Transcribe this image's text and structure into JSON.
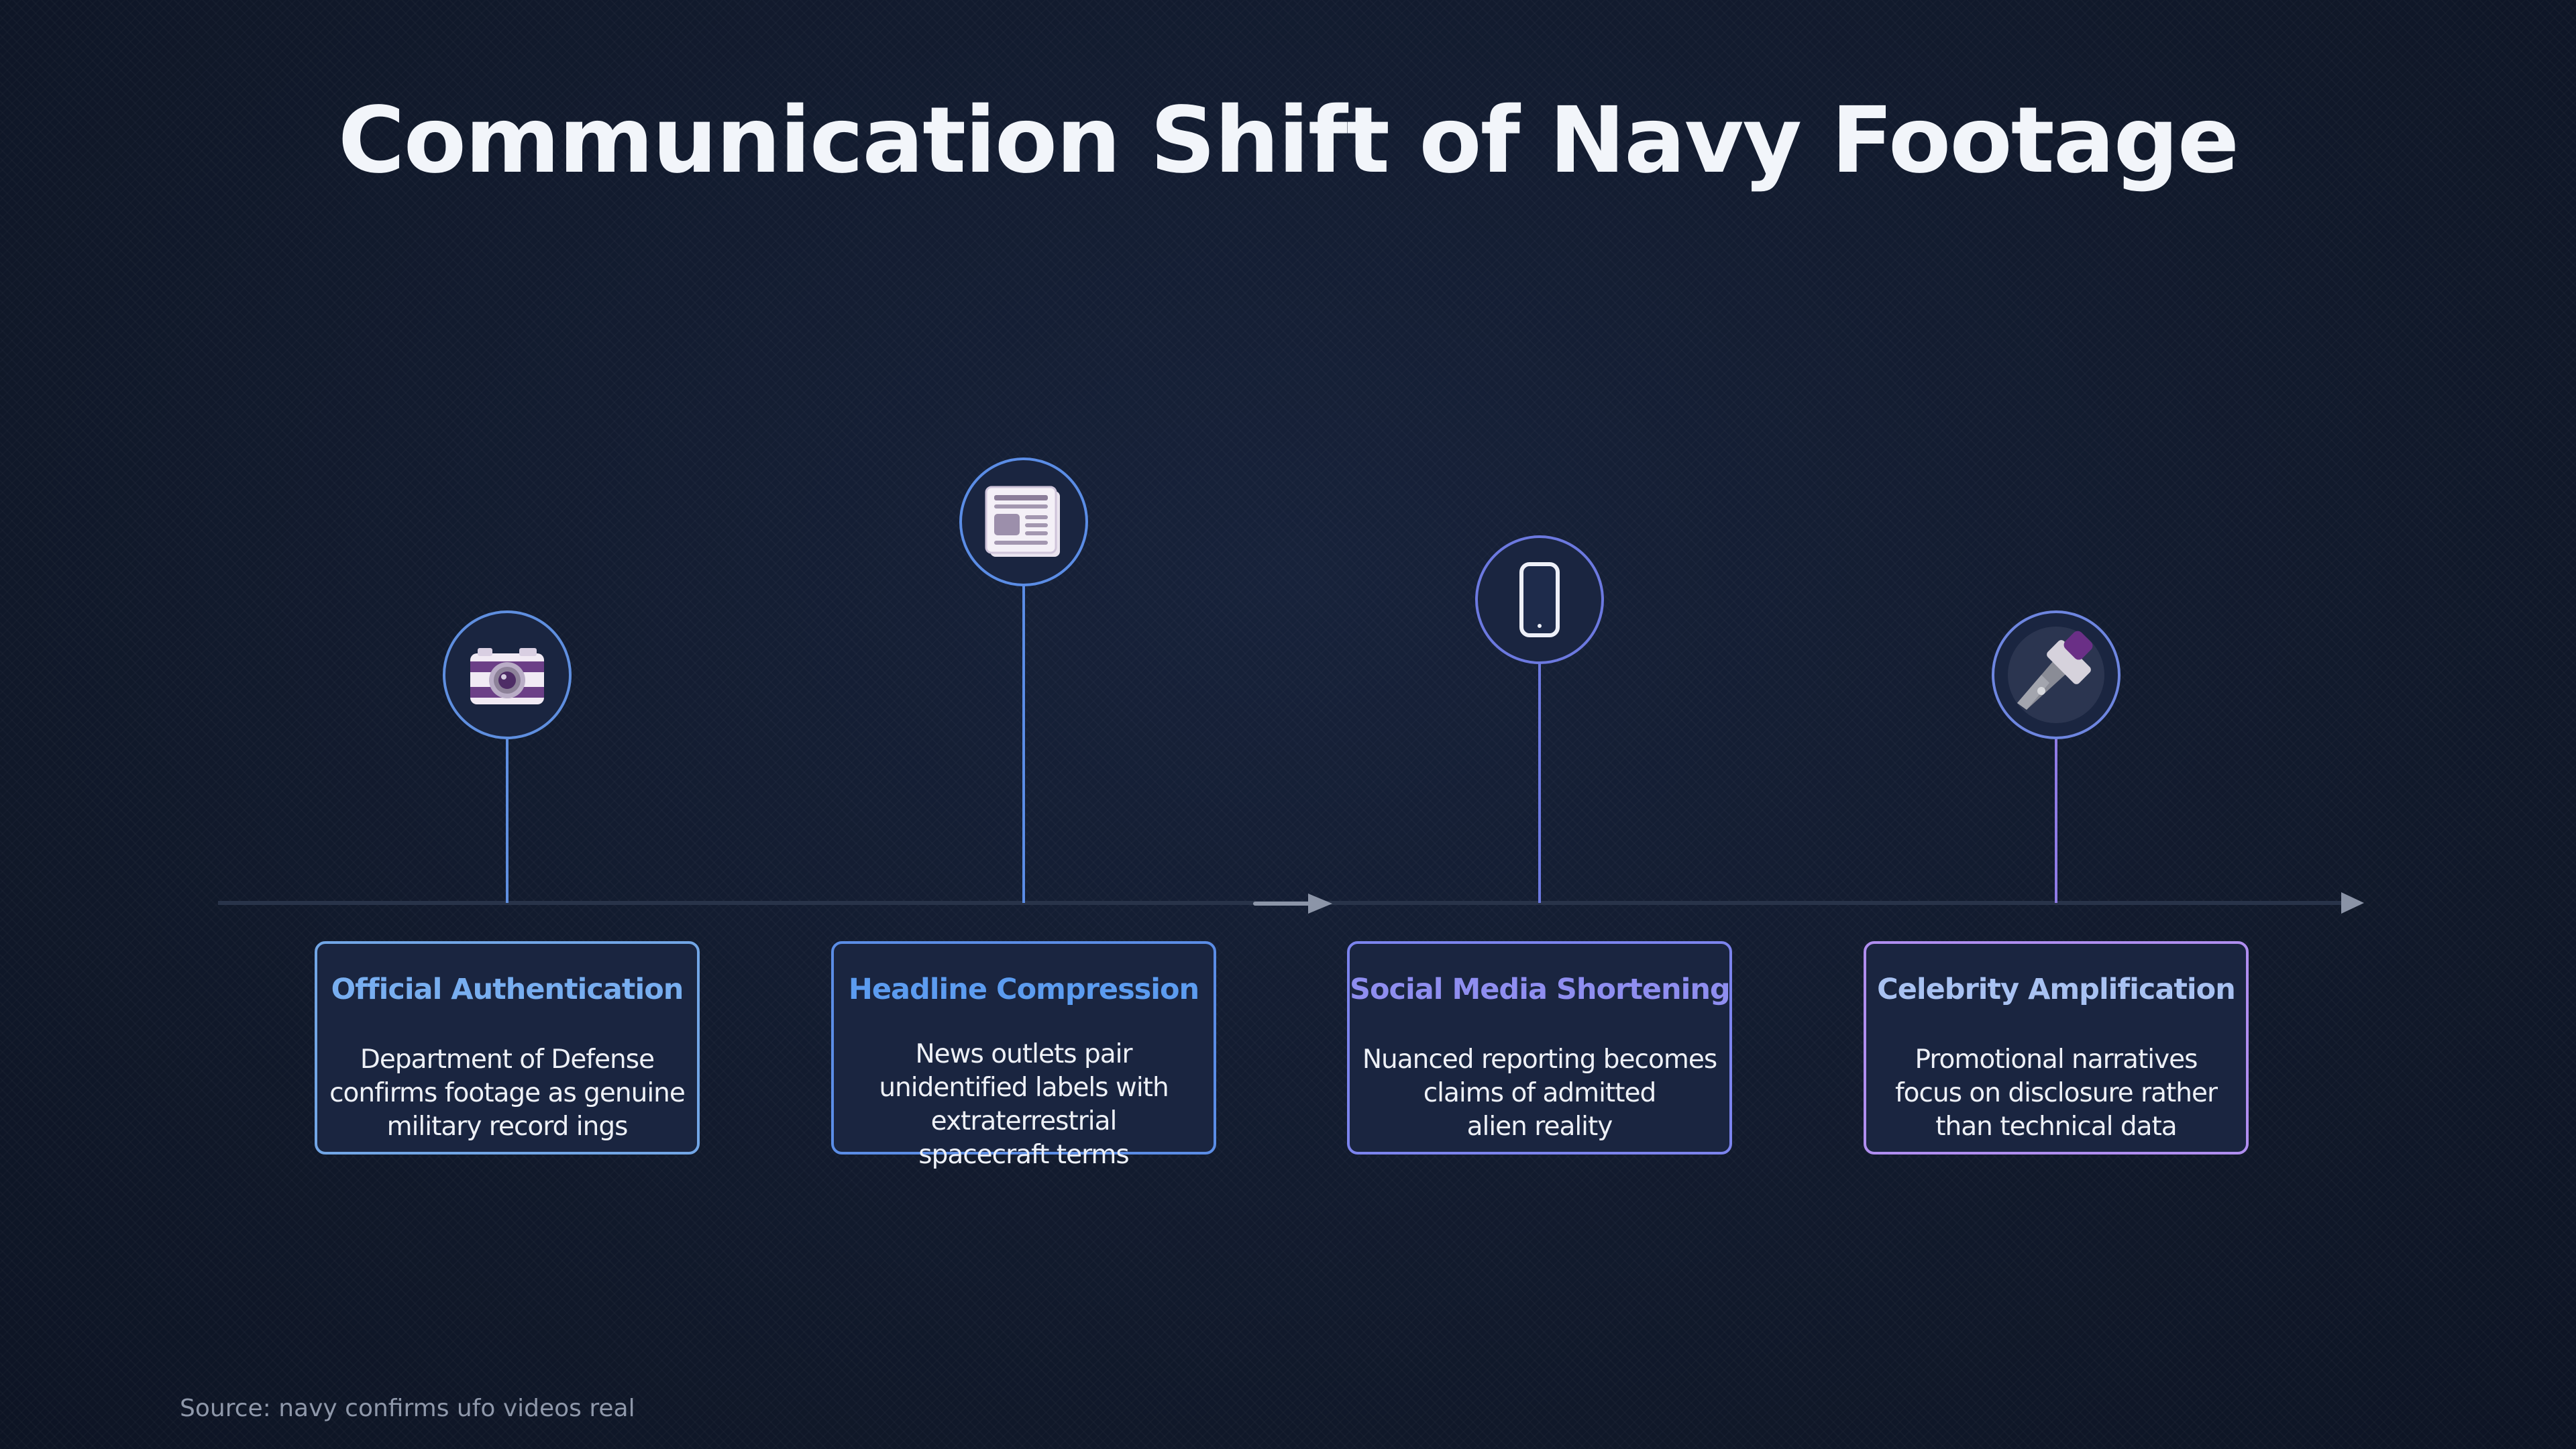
{
  "title": "Communication Shift of Navy Footage",
  "colors": {
    "background": "#111a2e",
    "card_fill": "#1a2540",
    "blue_accent": "#78aef0",
    "periwinkle_accent": "#8f8ef0",
    "violet_accent": "#b390f0"
  },
  "stages": [
    {
      "icon": "camera-icon",
      "title": "Official Authentication",
      "description": [
        "Department of Defense",
        "confirms footage as genuine",
        "military record ings"
      ]
    },
    {
      "icon": "newspaper-icon",
      "title": "Headline Compression",
      "description": [
        "News outlets pair",
        "unidentified labels with",
        "extraterrestrial",
        "spacecraft terms"
      ]
    },
    {
      "icon": "smartphone-icon",
      "title": "Social Media Shortening",
      "description": [
        "Nuanced reporting becomes",
        "claims of admitted",
        "alien reality"
      ]
    },
    {
      "icon": "microphone-icon",
      "title": "Celebrity Amplification",
      "description": [
        "Promotional narratives",
        "focus on disclosure rather",
        "than technical data"
      ]
    }
  ],
  "source": "Source: navy confirms ufo videos real"
}
